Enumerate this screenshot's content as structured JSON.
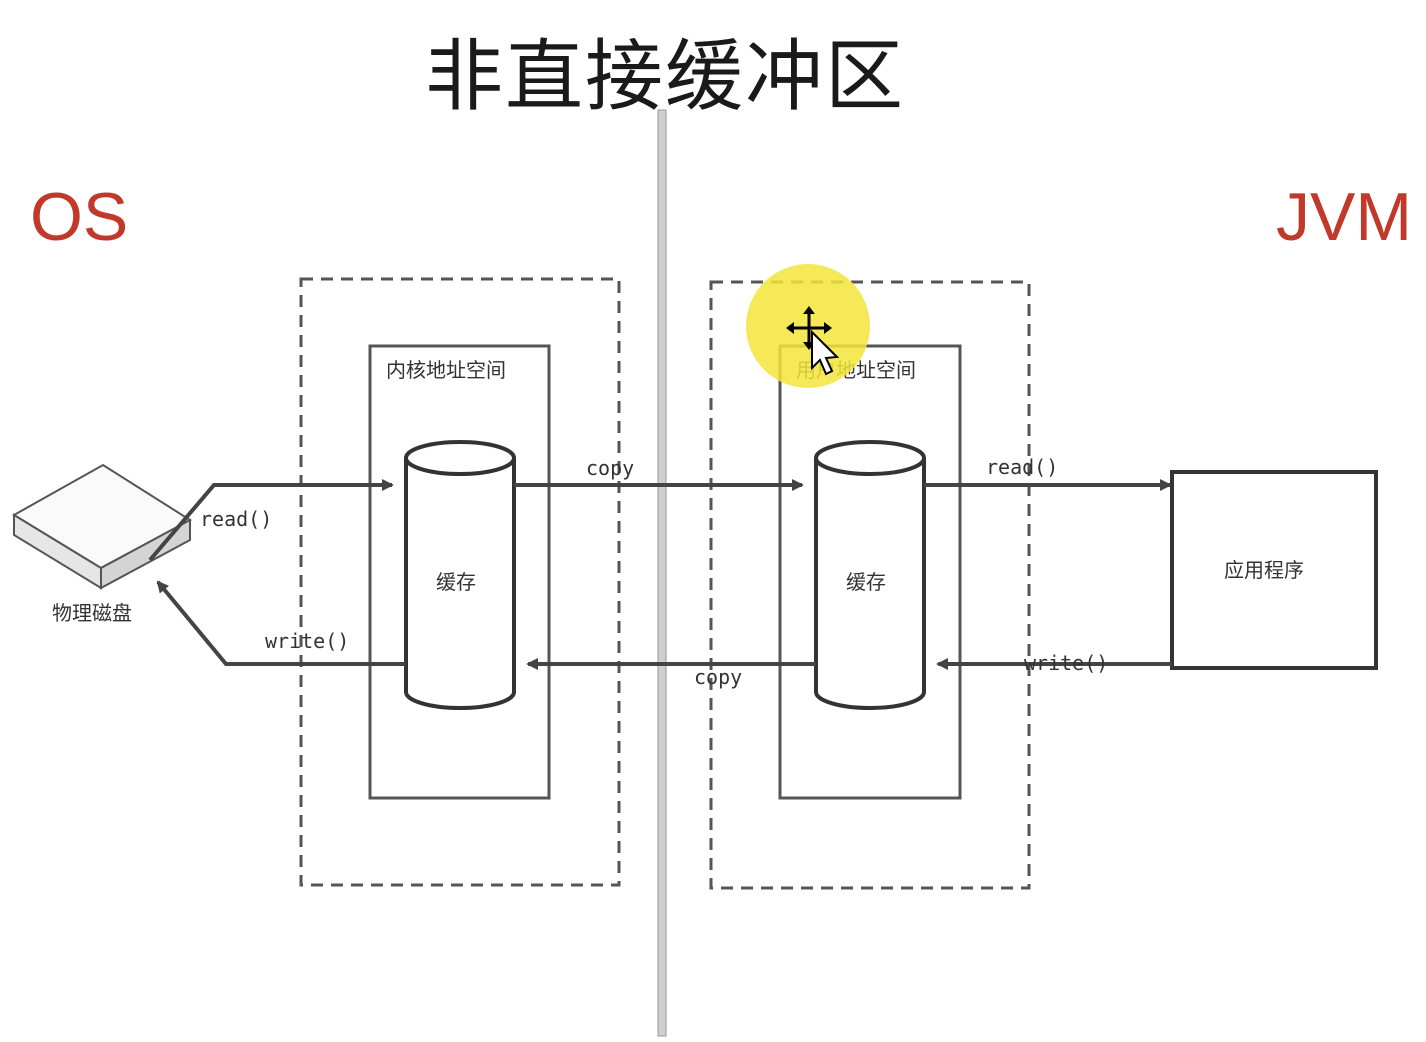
{
  "title": "非直接缓冲区",
  "os_label": "OS",
  "jvm_label": "JVM",
  "colors": {
    "side_label": "#c0392b",
    "line": "#444444",
    "cursor_highlight": "#f3e53a"
  },
  "disk": {
    "label": "物理磁盘"
  },
  "kernel_space": {
    "label": "内核地址空间",
    "cache_label": "缓存"
  },
  "user_space": {
    "label": "用户地址空间",
    "cache_label": "缓存"
  },
  "app": {
    "label": "应用程序"
  },
  "arrows": {
    "disk_read": "read()",
    "disk_write": "write()",
    "copy_top": "copy",
    "copy_bottom": "copy",
    "app_read": "read()",
    "app_write": "write()"
  },
  "icons": {
    "cursor": "move-cursor-icon"
  }
}
